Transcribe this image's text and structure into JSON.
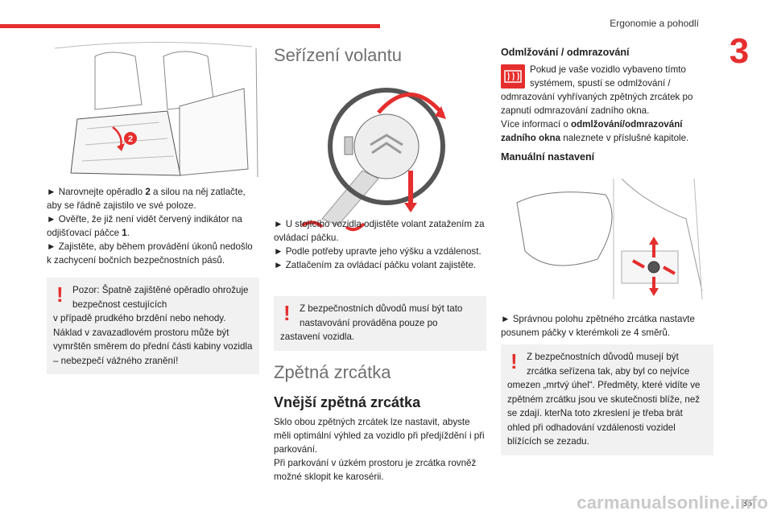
{
  "header": {
    "title": "Ergonomie a pohodlí",
    "chapter": "3"
  },
  "col1": {
    "badge": "2",
    "steps": [
      "► Narovnejte opěradlo",
      "2",
      " a silou na něj zatlačte, aby se řádně zajistilo ve své poloze.",
      "► Ověřte, že již není vidět červený indikátor na odjišťovací páčce ",
      "1",
      ".",
      "► Zajistěte, aby během provádění úkonů nedošlo k zachycení bočních bezpečnostních pásů."
    ],
    "warning_first": "Pozor: Špatně zajištěné opěradlo ohrožuje bezpečnost cestujících",
    "warning_rest": "v případě prudkého brzdění nebo nehody. Náklad v zavazadlovém prostoru může být vymrštěn směrem do přední části kabiny vozidla – nebezpečí vážného zranění!"
  },
  "col2": {
    "heading": "Seřízení volantu",
    "steps": [
      "► U stojícího vozidla odjistěte volant zatažením za ovládací páčku.",
      "► Podle potřeby upravte jeho výšku a vzdálenost.",
      "► Zatlačením za ovládací páčku volant zajistěte."
    ],
    "warning_first": "Z bezpečnostních důvodů musí být tato nastavování prováděna pouze po",
    "warning_rest": "zastavení vozidla.",
    "heading2": "Zpětná zrcátka",
    "subheading": "Vnější zpětná zrcátka",
    "para1": "Sklo obou zpětných zrcátek lze nastavit, abyste měli optimální výhled za vozidlo při předjíždění i při parkování.",
    "para2": "Při parkování v úzkém prostoru je zrcátka rovněž možné sklopit ke karosérii."
  },
  "col3": {
    "heading": "Odmlžování / odmrazování",
    "defrost_text": "Pokud je vaše vozidlo vybaveno tímto systémem, spustí se odmlžování / odmrazování vyhřívaných zpětných zrcátek po zapnutí odmrazování zadního okna.",
    "more_prefix": "Více informací o ",
    "more_bold": "odmlžování/odmrazování zadního okna",
    "more_suffix": " naleznete v příslušné kapitole.",
    "manual_heading": "Manuální nastavení",
    "step": "► Správnou polohu zpětného zrcátka nastavte posunem páčky v kterémkoli ze 4 směrů.",
    "warning_first": "Z bezpečnostních důvodů musejí být zrcátka seřízena tak, aby byl co nejvíce",
    "warning_rest": "omezen „mrtvý úhel“. Předměty, které vidíte ve zpětném zrcátku jsou ve skutečnosti blíže, než se zdají. kterNa toto zkreslení je třeba brát ohled při odhadování vzdálenosti vozidel blížících se zezadu."
  },
  "footer": {
    "page": "35",
    "watermark": "carmanualsonline.info"
  },
  "colors": {
    "accent": "#e52e2e",
    "warning_bg": "#f1f1f1"
  }
}
